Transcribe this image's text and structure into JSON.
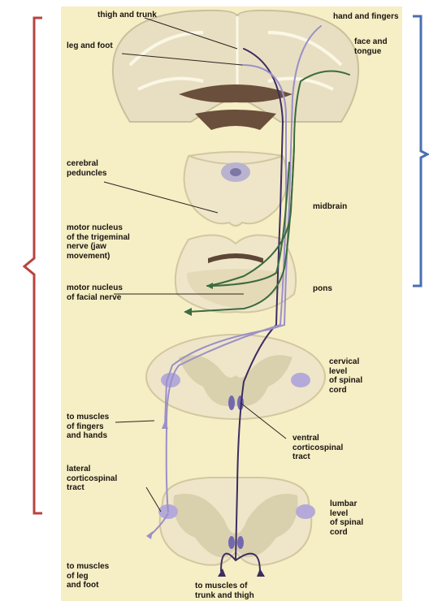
{
  "labels": {
    "thigh_trunk": "thigh and trunk",
    "hand_fingers": "hand and fingers",
    "leg_foot": "leg and foot",
    "face_tongue": "face and\ntongue",
    "cerebral_peduncles": "cerebral\npeduncles",
    "midbrain": "midbrain",
    "motor_trigeminal": "motor nucleus\nof the trigeminal\nnerve (jaw\nmovement)",
    "motor_facial": "motor nucleus\nof facial nerve",
    "pons": "pons",
    "cervical": "cervical\nlevel\nof spinal\ncord",
    "muscles_fingers": "to muscles\nof fingers\nand hands",
    "ventral_tract": "ventral\ncorticospinal\ntract",
    "lateral_tract": "lateral\ncorticospinal\ntract",
    "lumbar": "lumbar\nlevel\nof spinal\ncord",
    "muscles_leg": "to muscles\nof leg\nand foot",
    "muscles_trunk": "to muscles of\ntrunk and thigh"
  },
  "colors": {
    "background_panel": "#f6eec4",
    "tissue": "#efe6c9",
    "grey_matter": "#d9d0ad",
    "tract_dark": "#3b2d60",
    "tract_lavender": "#9b90c8",
    "tract_green": "#3b6b3f",
    "bracket_red": "#b8433f",
    "bracket_blue": "#4a6fb3"
  }
}
